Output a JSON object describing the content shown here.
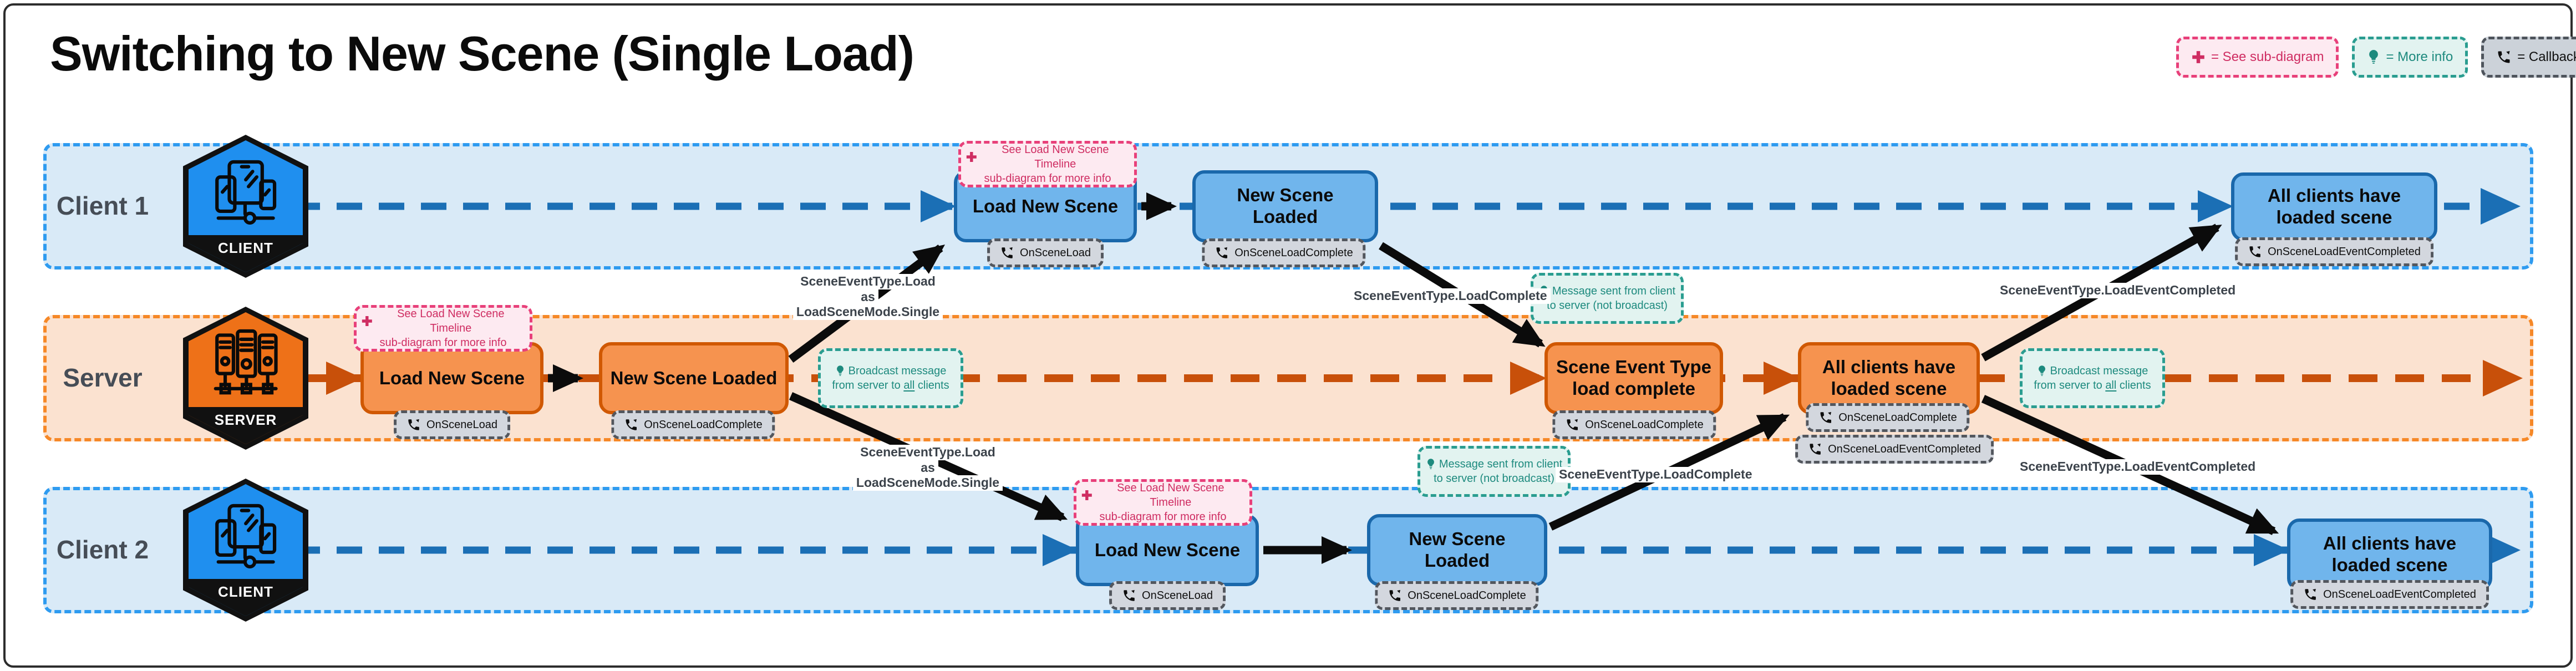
{
  "title": "Switching to New Scene (Single Load)",
  "legend": {
    "sub_diagram": "= See sub-diagram",
    "more_info": "= More info",
    "callback": "= Callback"
  },
  "lanes": {
    "client1": {
      "label": "Client 1",
      "hex": "CLIENT"
    },
    "server": {
      "label": "Server",
      "hex": "SERVER"
    },
    "client2": {
      "label": "Client 2",
      "hex": "CLIENT"
    }
  },
  "client1": {
    "load": "Load New Scene",
    "load_cb": "OnSceneLoad",
    "loaded": "New Scene Loaded",
    "loaded_cb": "OnSceneLoadComplete",
    "all_loaded": "All clients have loaded scene",
    "all_loaded_cb": "OnSceneLoadEventCompleted",
    "note": {
      "line1": "See Load New Scene Timeline",
      "line2": "sub-diagram for more info"
    }
  },
  "server": {
    "load": "Load New Scene",
    "load_cb": "OnSceneLoad",
    "loaded": "New Scene Loaded",
    "loaded_cb": "OnSceneLoadComplete",
    "complete": "Scene Event Type load complete",
    "complete_cb": "OnSceneLoadComplete",
    "all_loaded": "All clients have loaded scene",
    "all_loaded_cb1": "OnSceneLoadComplete",
    "all_loaded_cb2": "OnSceneLoadEventCompleted",
    "note": {
      "line1": "See Load New Scene Timeline",
      "line2": "sub-diagram for more info"
    },
    "broadcast1": {
      "line1": "Broadcast message",
      "pre": "from server to",
      "underlined": "all",
      "post": "clients"
    },
    "broadcast2": {
      "line1": "Broadcast message",
      "pre": "from server to",
      "underlined": "all",
      "post": "clients"
    }
  },
  "client2": {
    "load": "Load New Scene",
    "load_cb": "OnSceneLoad",
    "loaded": "New Scene Loaded",
    "loaded_cb": "OnSceneLoadComplete",
    "all_loaded": "All clients have loaded scene",
    "all_loaded_cb": "OnSceneLoadEventCompleted",
    "note": {
      "line1": "See Load New Scene Timeline",
      "line2": "sub-diagram for more info"
    }
  },
  "gap_notes": {
    "msg1": {
      "line1": "Message sent from client",
      "line2": "to server (not broadcast)"
    },
    "msg2": {
      "line1": "Message sent from client",
      "line2": "to server (not broadcast)"
    }
  },
  "edge_labels": {
    "load_single_1": {
      "l1": "SceneEventType.Load",
      "l2": "as",
      "l3": "LoadSceneMode.Single"
    },
    "load_single_2": {
      "l1": "SceneEventType.Load",
      "l2": "as",
      "l3": "LoadSceneMode.Single"
    },
    "load_complete_1": "SceneEventType.LoadComplete",
    "load_complete_2": "SceneEventType.LoadComplete",
    "load_event_completed_1": "SceneEventType.LoadEventCompleted",
    "load_event_completed_2": "SceneEventType.LoadEventCompleted"
  },
  "colors": {
    "client_accent": "#2e9bf0",
    "client_line": "#1b6fb5",
    "client_box": "#70b5ec",
    "client_box_border": "#1a68ab",
    "server_accent": "#f68827",
    "server_line": "#c8500a",
    "server_box": "#f6934f",
    "server_box_border": "#d05802",
    "pink": "#cf2d62",
    "teal": "#1d8a7e",
    "callback_bg": "#d3d7de",
    "black_arrow": "#0b0b0b"
  }
}
